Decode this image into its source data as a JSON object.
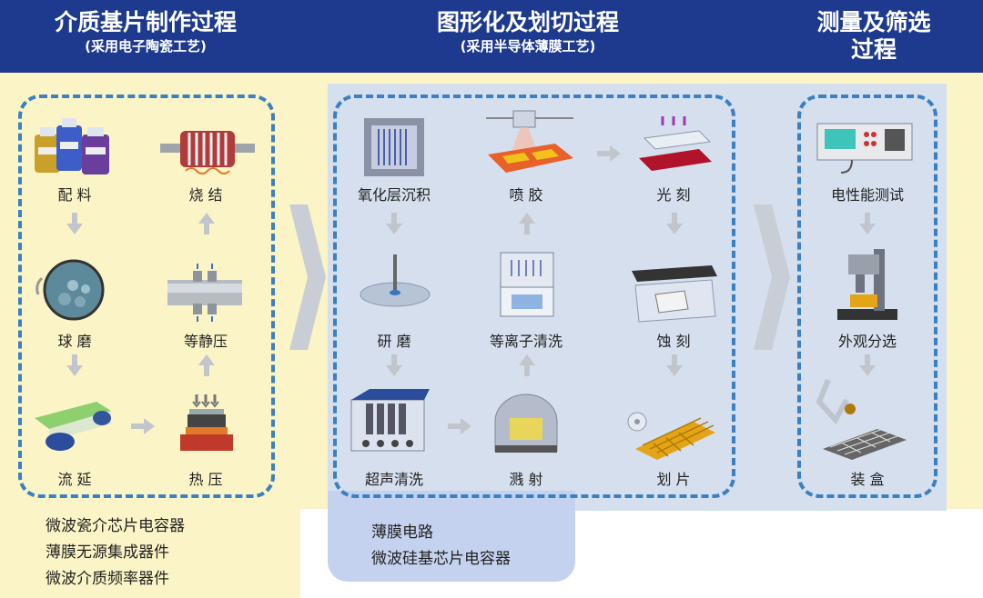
{
  "header": {
    "section1_title": "介质基片制作过程",
    "section1_sub": "(采用电子陶瓷工艺)",
    "section2_title": "图形化及划切过程",
    "section2_sub": "(采用半导体薄膜工艺)",
    "section3_title_line1": "测量及筛选",
    "section3_title_line2": "过程"
  },
  "steps": {
    "s1": "配 料",
    "s2": "球 磨",
    "s3": "流 延",
    "s4": "热 压",
    "s5": "等静压",
    "s6": "烧 结",
    "s7": "氧化层沉积",
    "s8": "研 磨",
    "s9": "超声清洗",
    "s10": "溅 射",
    "s11": "等离子清洗",
    "s12": "喷 胶",
    "s13": "光 刻",
    "s14": "蚀 刻",
    "s15": "划 片",
    "s16": "电性能测试",
    "s17": "外观分选",
    "s18": "装 盒"
  },
  "applications_ceramic": [
    "微波瓷介芯片电容器",
    "薄膜无源集成器件",
    "微波介质频率器件"
  ],
  "applications_film": [
    "薄膜电路",
    "微波硅基芯片电容器"
  ],
  "colors": {
    "header": "#1e3a8f",
    "ceramic_panel": "#fbf4c6",
    "film_panel": "#d5dfee",
    "dash": "#3a80c2",
    "film_app_box": "#c4d2ef"
  }
}
